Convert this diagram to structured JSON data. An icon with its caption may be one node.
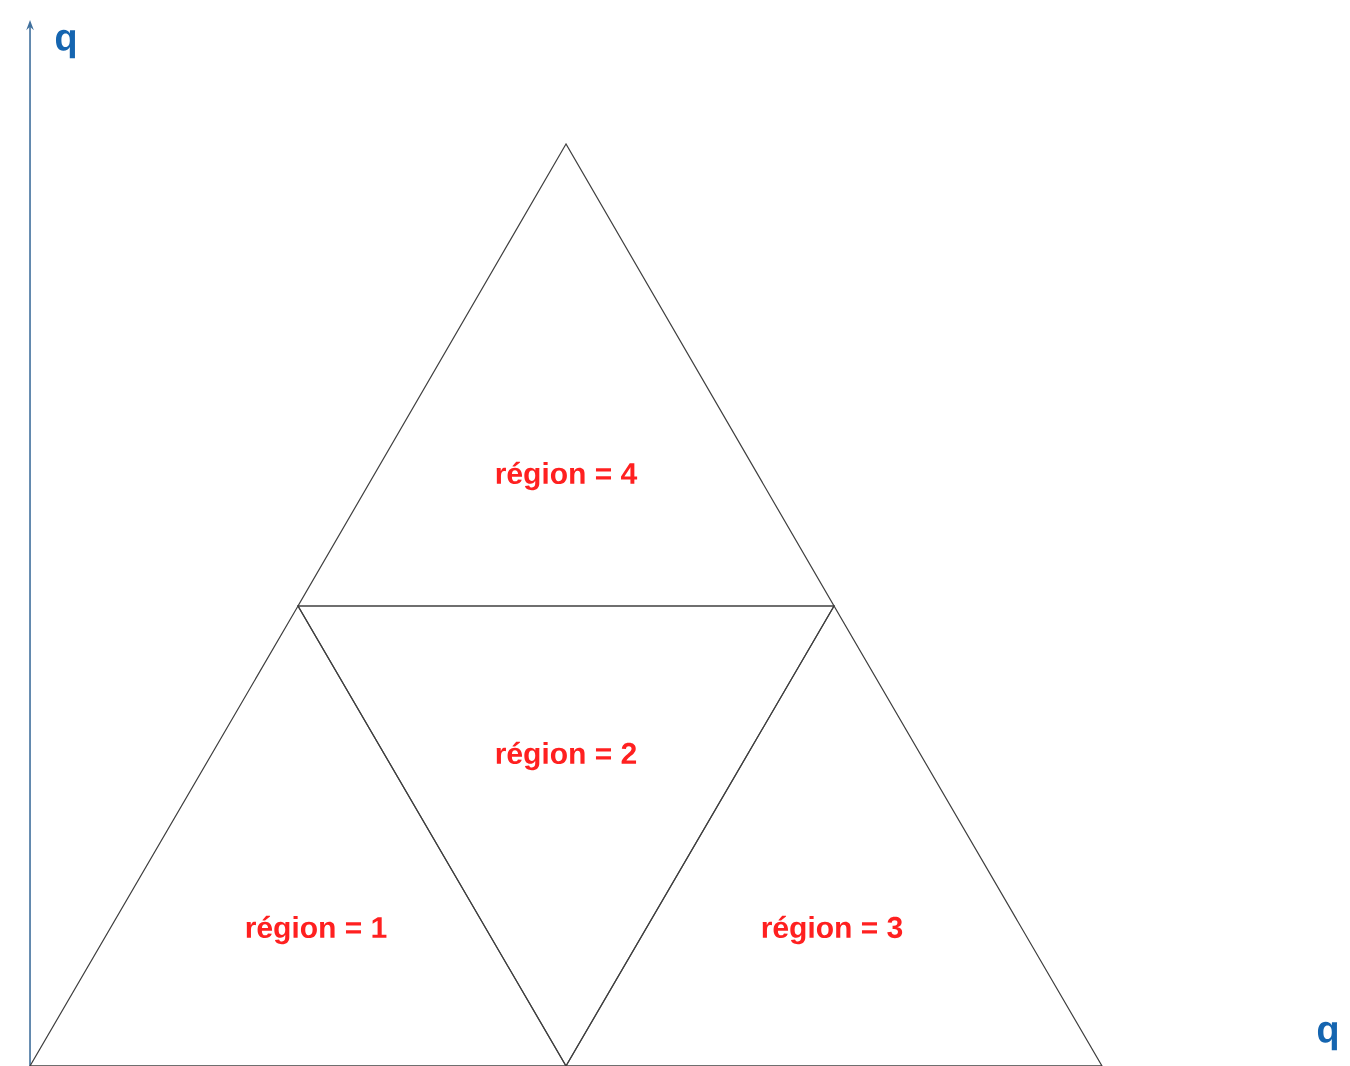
{
  "diagram": {
    "nodes": [
      {
        "text": [
          "région = 4"
        ]
      },
      {
        "text": [
          "région = 2"
        ]
      },
      {
        "text": [
          "région = 1"
        ]
      },
      {
        "text": [
          "région = 3"
        ]
      }
    ],
    "labels": [
      "q",
      "q"
    ]
  }
}
